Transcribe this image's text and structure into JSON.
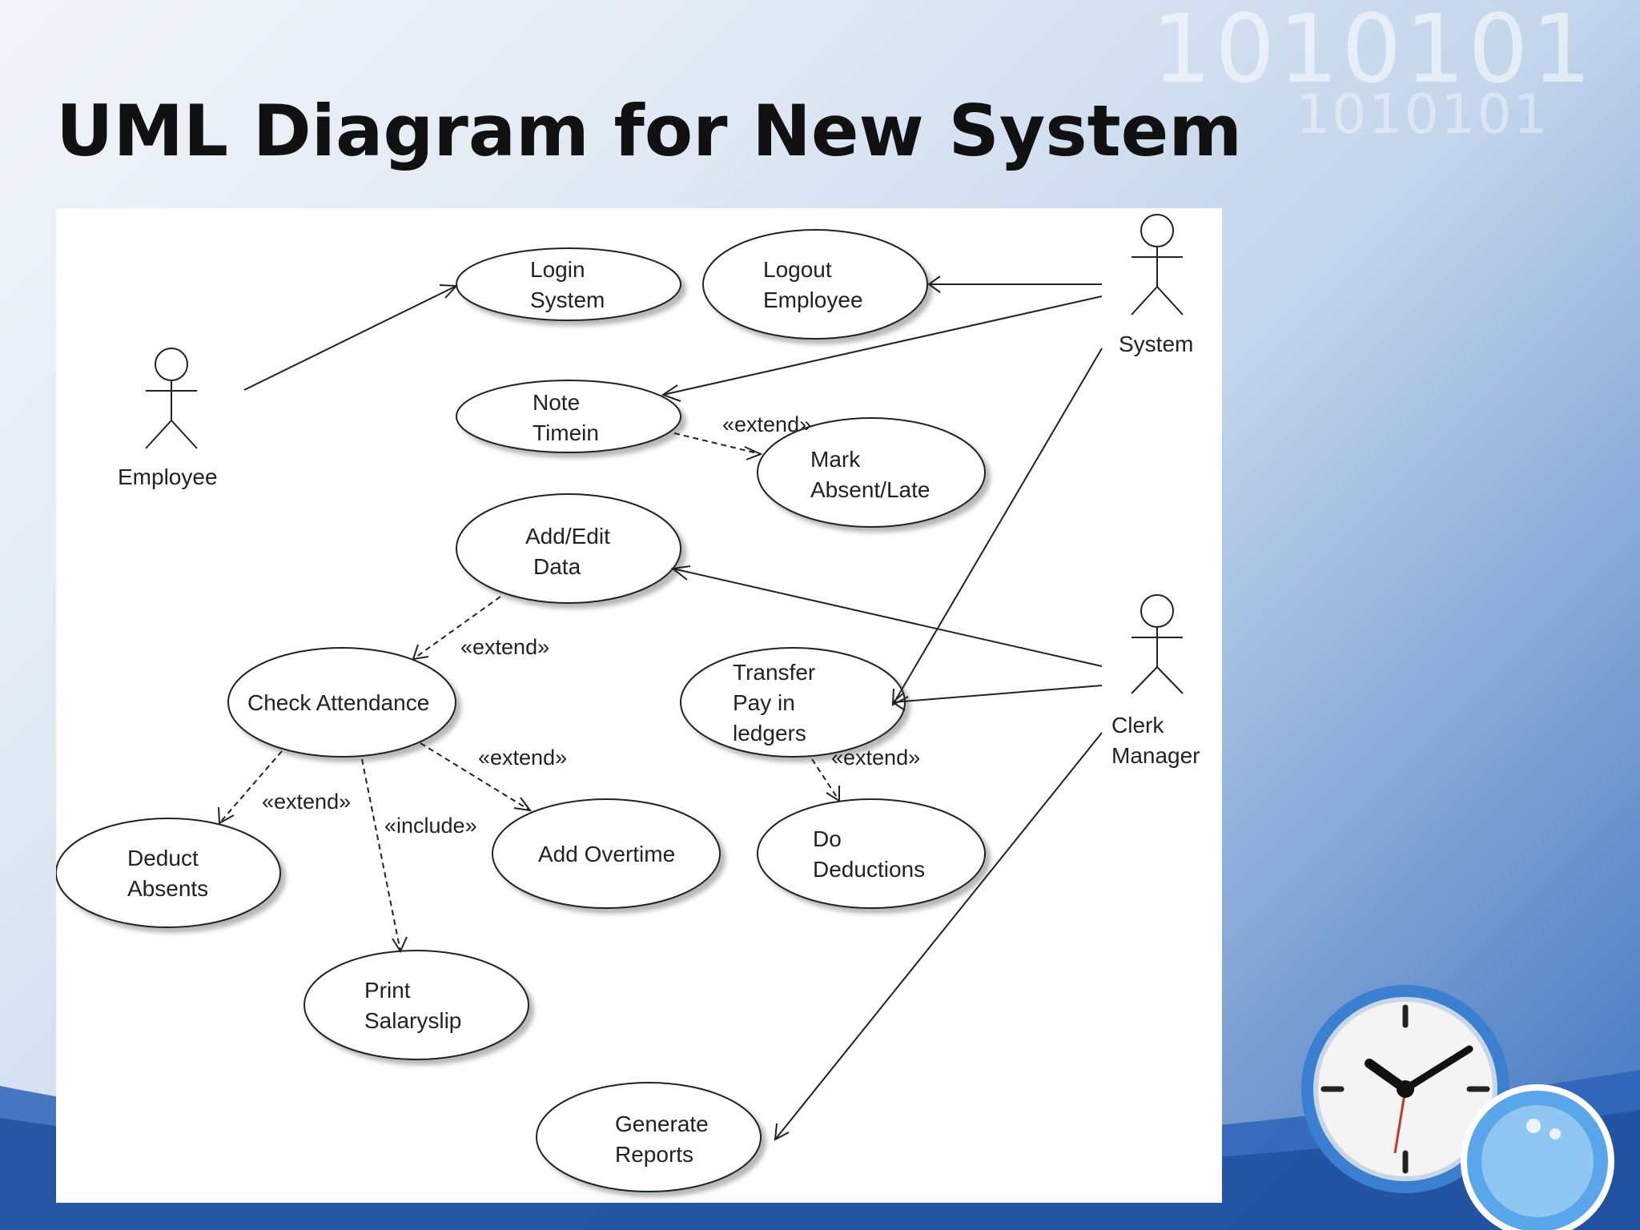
{
  "slide": {
    "title": "UML Diagram for New System"
  },
  "background": {
    "binary_line_1": "1010101",
    "binary_line_2": "1010101"
  },
  "actors": [
    {
      "id": "employee",
      "label_lines": [
        "Employee"
      ]
    },
    {
      "id": "system",
      "label_lines": [
        "System"
      ]
    },
    {
      "id": "clerk",
      "label_lines": [
        "Clerk",
        "Manager"
      ]
    }
  ],
  "use_cases": [
    {
      "id": "login",
      "lines": [
        "Login",
        "System"
      ]
    },
    {
      "id": "logout",
      "lines": [
        "Logout",
        "Employee"
      ]
    },
    {
      "id": "note",
      "lines": [
        "Note",
        "Timein"
      ]
    },
    {
      "id": "mark",
      "lines": [
        "Mark",
        "Absent/Late"
      ]
    },
    {
      "id": "addedit",
      "lines": [
        "Add/Edit",
        "Data"
      ]
    },
    {
      "id": "check",
      "lines": [
        "Check Attendance"
      ]
    },
    {
      "id": "transfer",
      "lines": [
        "Transfer",
        "Pay in",
        "ledgers"
      ]
    },
    {
      "id": "deduct",
      "lines": [
        "Deduct",
        "Absents"
      ]
    },
    {
      "id": "overtime",
      "lines": [
        "Add Overtime"
      ]
    },
    {
      "id": "dodeduct",
      "lines": [
        "Do",
        "Deductions"
      ]
    },
    {
      "id": "print",
      "lines": [
        "Print",
        "Salaryslip"
      ]
    },
    {
      "id": "reports",
      "lines": [
        "Generate",
        "Reports"
      ]
    }
  ],
  "stereotypes": {
    "note_mark": "«extend»",
    "addedit_check": "«extend»",
    "check_overtime": "«extend»",
    "check_deduct": "«extend»",
    "check_print": "«include»",
    "transfer_dodeduct": "«extend»"
  },
  "colors": {
    "title": "#111111",
    "line": "#222222",
    "panel": "#ffffff"
  }
}
